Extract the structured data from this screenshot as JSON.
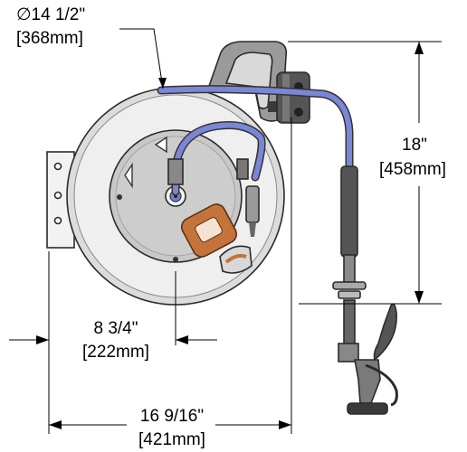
{
  "dimensions": {
    "diameter": {
      "line1": "∅14 1/2\"",
      "line2": "[368mm]"
    },
    "height": {
      "line1": "18\"",
      "line2": "[458mm]"
    },
    "depth": {
      "line1": "8 3/4\"",
      "line2": "[222mm]"
    },
    "width": {
      "line1": "16 9/16\"",
      "line2": "[421mm]"
    }
  },
  "colors": {
    "hose": "#7a86d6",
    "reel_face": "#e6e6e6",
    "inner_plate": "#c9c9c9",
    "label_orange": "#c4733a",
    "metal_dark": "#4a4a4a"
  }
}
